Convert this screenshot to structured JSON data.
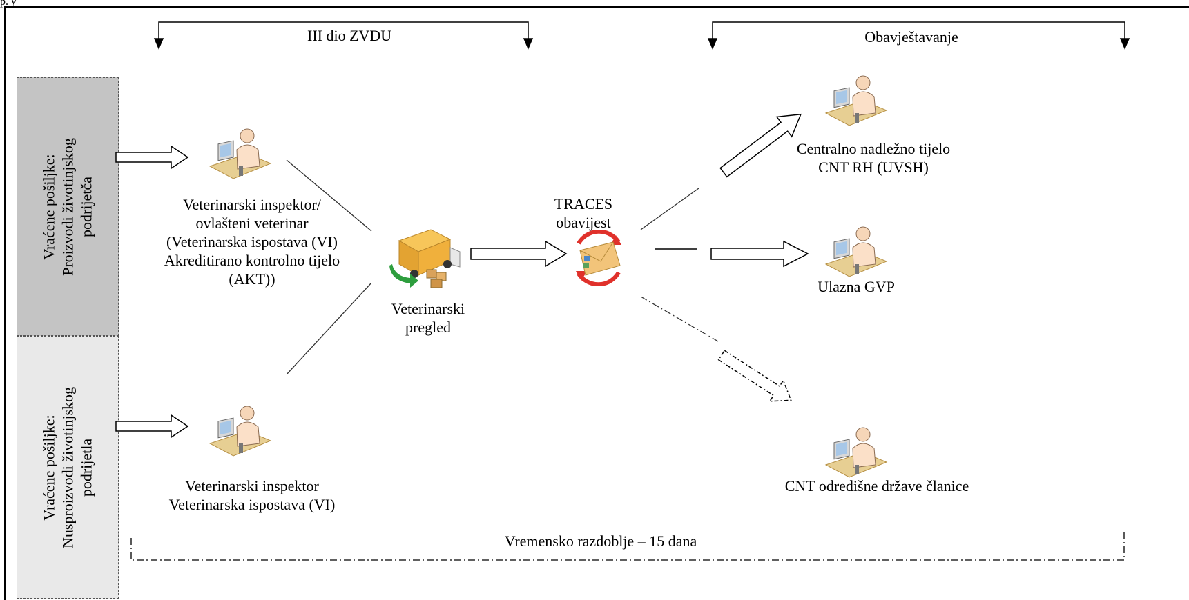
{
  "page_fragment": "p. y",
  "headers": {
    "left": "III dio ZVDU",
    "right": "Obavještavanje"
  },
  "side_bands": {
    "top": [
      "Vraćene pošiljke:",
      "Proizvodi životinjskog",
      "podrijetča"
    ],
    "bottom": [
      "Vraćene pošiljke:",
      "Nusproizvodi životinjskog",
      "podrijetla"
    ]
  },
  "nodes": {
    "inspector_top": [
      "Veterinarski inspektor/",
      "ovlašteni veterinar",
      "(Veterinarska ispostava (VI)",
      "Akreditirano kontrolno tijelo",
      "(AKT))"
    ],
    "inspector_bottom": [
      "Veterinarski inspektor",
      "Veterinarska ispostava (VI)"
    ],
    "vet_check": [
      "Veterinarski",
      "pregled"
    ],
    "traces": [
      "TRACES",
      "obavijest"
    ],
    "central": [
      "Centralno nadležno tijelo",
      "CNT RH (UVSH)"
    ],
    "gvp": [
      "Ulazna GVP"
    ],
    "member_state": [
      "CNT odredišne države članice"
    ]
  },
  "timeline": "Vremensko razdoblje – 15 dana",
  "colors": {
    "band_top": "#c4c4c4",
    "band_bottom": "#e9e9e9",
    "envelope": "#f2c47a",
    "refresh_arrows": "#e0312b",
    "truck": "#f0b03c",
    "green_arrow": "#2e9e3e"
  },
  "icons": {
    "person_computer": "person-at-computer-icon",
    "truck": "delivery-truck-icon",
    "envelope": "refresh-envelope-icon"
  }
}
